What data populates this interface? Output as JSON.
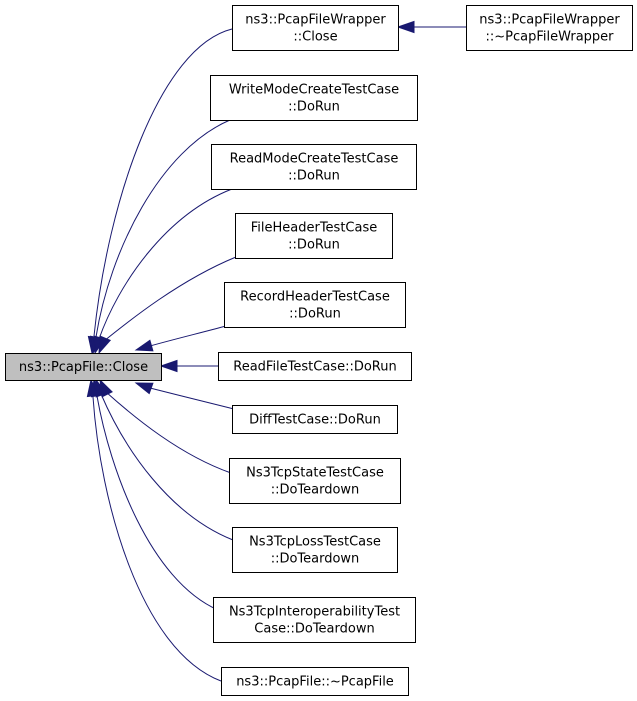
{
  "colors": {
    "edge": "#191970",
    "root_fill": "#bfbfbf",
    "node_fill": "#ffffff",
    "border": "#000000"
  },
  "nodes": [
    {
      "id": "root",
      "lines": [
        "ns3::PcapFile::Close"
      ]
    },
    {
      "id": "wrapper-close",
      "lines": [
        "ns3::PcapFileWrapper",
        "::Close"
      ]
    },
    {
      "id": "wrapper-dtor",
      "lines": [
        "ns3::PcapFileWrapper",
        "::~PcapFileWrapper"
      ]
    },
    {
      "id": "write-mode",
      "lines": [
        "WriteModeCreateTestCase",
        "::DoRun"
      ]
    },
    {
      "id": "read-mode",
      "lines": [
        "ReadModeCreateTestCase",
        "::DoRun"
      ]
    },
    {
      "id": "file-header",
      "lines": [
        "FileHeaderTestCase",
        "::DoRun"
      ]
    },
    {
      "id": "record-header",
      "lines": [
        "RecordHeaderTestCase",
        "::DoRun"
      ]
    },
    {
      "id": "read-file",
      "lines": [
        "ReadFileTestCase::DoRun"
      ]
    },
    {
      "id": "diff",
      "lines": [
        "DiffTestCase::DoRun"
      ]
    },
    {
      "id": "tcp-state",
      "lines": [
        "Ns3TcpStateTestCase",
        "::DoTeardown"
      ]
    },
    {
      "id": "tcp-loss",
      "lines": [
        "Ns3TcpLossTestCase",
        "::DoTeardown"
      ]
    },
    {
      "id": "tcp-interop",
      "lines": [
        "Ns3TcpInteroperabilityTest",
        "Case::DoTeardown"
      ]
    },
    {
      "id": "pcapfile-dtor",
      "lines": [
        "ns3::PcapFile::~PcapFile"
      ]
    }
  ],
  "edges": [
    {
      "from": "wrapper-close",
      "to": "root"
    },
    {
      "from": "wrapper-dtor",
      "to": "wrapper-close"
    },
    {
      "from": "write-mode",
      "to": "root"
    },
    {
      "from": "read-mode",
      "to": "root"
    },
    {
      "from": "file-header",
      "to": "root"
    },
    {
      "from": "record-header",
      "to": "root"
    },
    {
      "from": "read-file",
      "to": "root"
    },
    {
      "from": "diff",
      "to": "root"
    },
    {
      "from": "tcp-state",
      "to": "root"
    },
    {
      "from": "tcp-loss",
      "to": "root"
    },
    {
      "from": "tcp-interop",
      "to": "root"
    },
    {
      "from": "pcapfile-dtor",
      "to": "root"
    }
  ]
}
